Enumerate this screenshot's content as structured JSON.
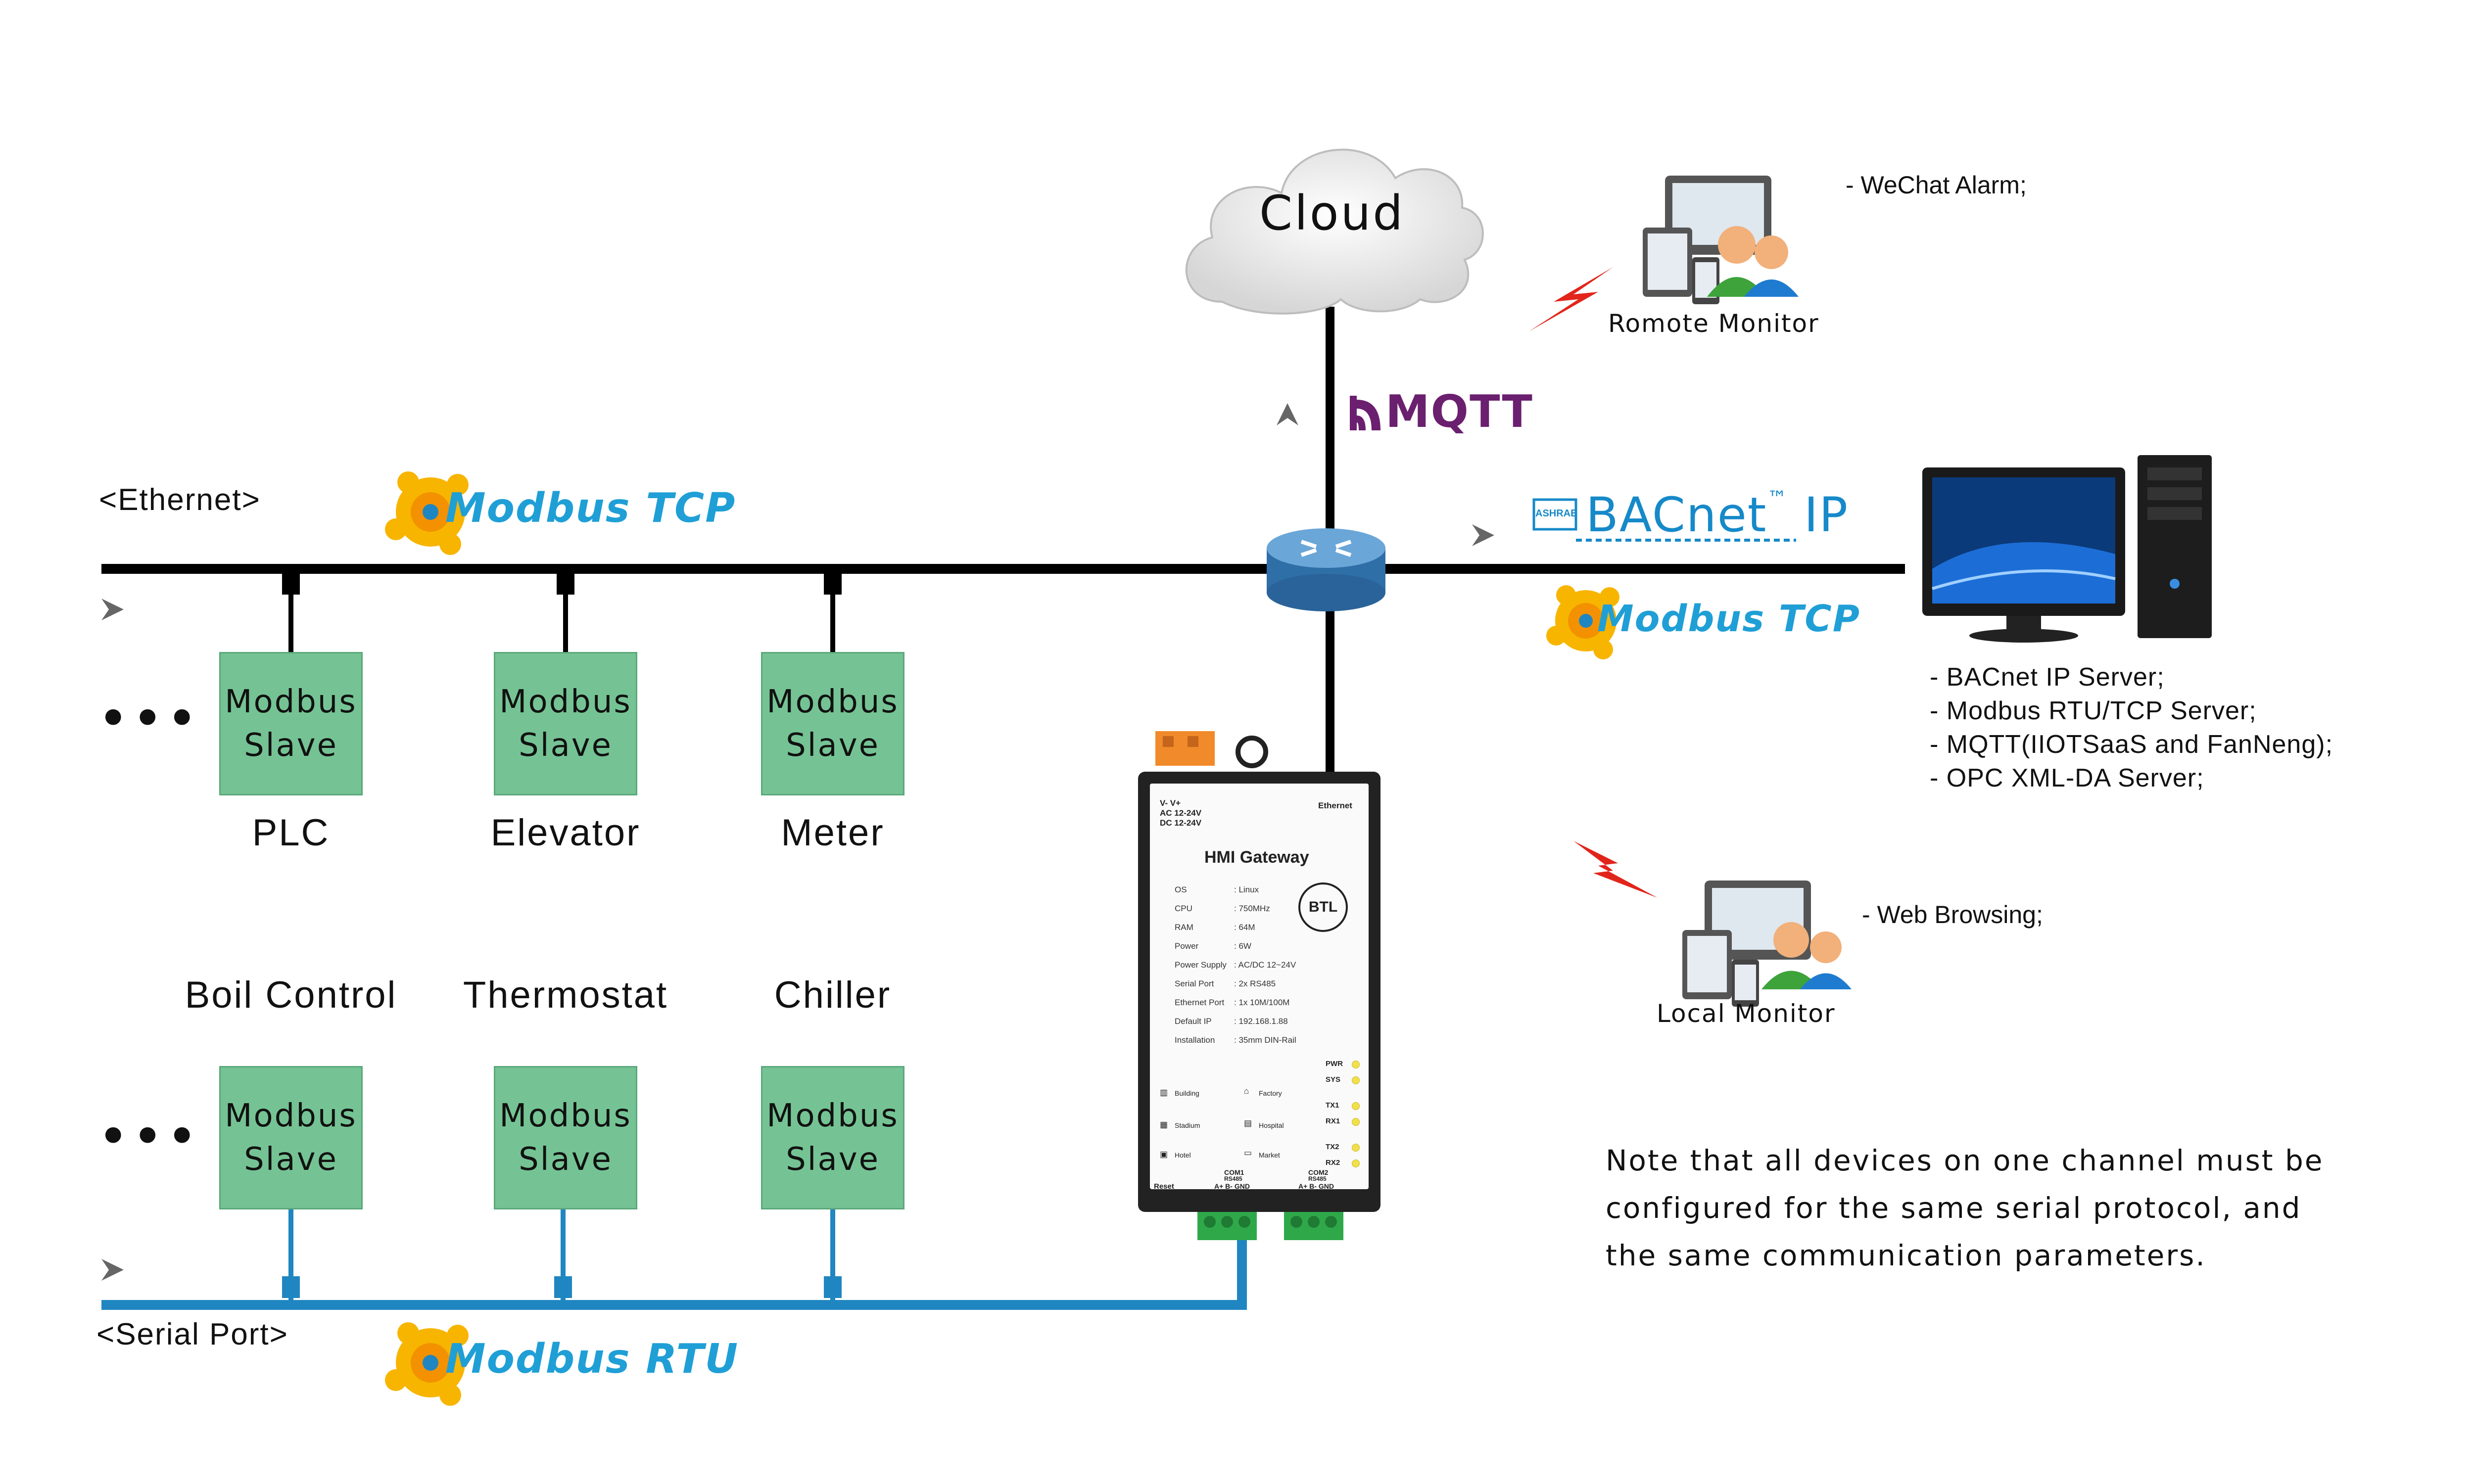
{
  "buses": {
    "ethernet_label": "<Ethernet>",
    "serial_label": "<Serial Port>"
  },
  "protocols": {
    "modbus_word": "Modbus",
    "tcp": "TCP",
    "rtu": "RTU",
    "mqtt": "MQTT",
    "bacnet": "BACnet",
    "bacnet_ip": "IP",
    "ashrae": "ASHRAE",
    "tm": "™"
  },
  "ethernet_devices": [
    {
      "slave_line1": "Modbus",
      "slave_line2": "Slave",
      "caption": "PLC"
    },
    {
      "slave_line1": "Modbus",
      "slave_line2": "Slave",
      "caption": "Elevator"
    },
    {
      "slave_line1": "Modbus",
      "slave_line2": "Slave",
      "caption": "Meter"
    }
  ],
  "serial_devices": [
    {
      "slave_line1": "Modbus",
      "slave_line2": "Slave",
      "caption": "Boil Control"
    },
    {
      "slave_line1": "Modbus",
      "slave_line2": "Slave",
      "caption": "Thermostat"
    },
    {
      "slave_line1": "Modbus",
      "slave_line2": "Slave",
      "caption": "Chiller"
    }
  ],
  "ellipsis": "•••",
  "cloud_label": "Cloud",
  "remote": {
    "label": "Romote Monitor",
    "note": "- WeChat Alarm;"
  },
  "local": {
    "label": "Local Monitor",
    "note": "- Web Browsing;"
  },
  "server_features": [
    "- BACnet IP Server;",
    "- Modbus RTU/TCP Server;",
    "- MQTT(IIOTSaaS and FanNeng);",
    "- OPC XML-DA Server;"
  ],
  "note_lines": [
    "Note that all devices on one channel must be",
    "configured for the same serial protocol, and",
    "the same communication parameters."
  ],
  "gateway": {
    "title": "HMI Gateway",
    "ethernet": "Ethernet",
    "power_top": "V-   V+",
    "power_ac": "AC 12-24V",
    "power_dc": "DC 12-24V",
    "specs": [
      {
        "k": "OS",
        "v": ": Linux"
      },
      {
        "k": "CPU",
        "v": ": 750MHz"
      },
      {
        "k": "RAM",
        "v": ": 64M"
      },
      {
        "k": "Power",
        "v": ": 6W"
      },
      {
        "k": "Power Supply",
        "v": ": AC/DC 12~24V"
      },
      {
        "k": "Serial Port",
        "v": ": 2x RS485"
      },
      {
        "k": "Ethernet Port",
        "v": ": 1x 10M/100M"
      },
      {
        "k": "Default IP",
        "v": ": 192.168.1.88"
      },
      {
        "k": "Installation",
        "v": ": 35mm DIN-Rail"
      }
    ],
    "leds": [
      "PWR",
      "SYS",
      "TX1",
      "RX1",
      "TX2",
      "RX2"
    ],
    "apps": [
      "Building",
      "Factory",
      "Stadium",
      "Hospital",
      "Hotel",
      "Market"
    ],
    "btl": "BTL",
    "com1": "COM1",
    "com2": "COM2",
    "rs485": "RS485",
    "pins": "A+  B-  GND",
    "reset": "Reset"
  },
  "colors": {
    "slave_fill": "#75c394",
    "serial_bus": "#1f86c1",
    "ethernet_bus": "#000000",
    "modbus_blue": "#1f9fd6",
    "mqtt_purple": "#6b1f6f",
    "router_blue": "#3b86c4"
  },
  "icons": [
    "arrow-right-icon",
    "arrow-up-icon",
    "lightning-icon",
    "router-icon",
    "cloud-icon",
    "modbus-logo-icon",
    "monitor-devices-icon",
    "users-icon",
    "desktop-pc-icon",
    "ashrae-icon"
  ]
}
